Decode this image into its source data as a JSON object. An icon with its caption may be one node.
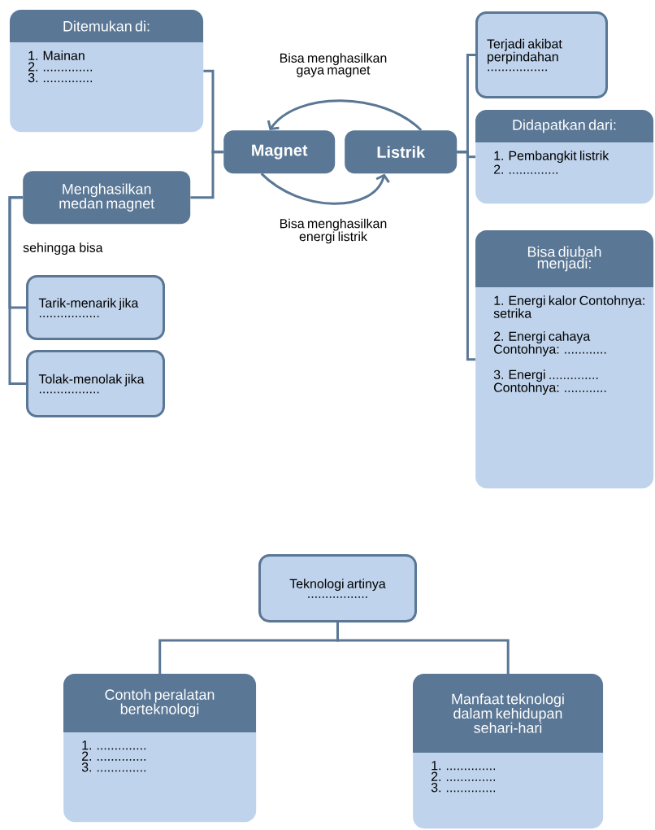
{
  "diagram": {
    "nodes": [
      {
        "text": [
          "Ditemukan di:",
          "1. Mainan",
          "2. ..............",
          "3. .............."
        ]
      },
      {
        "text": [
          "Menghasilkan medan magnet"
        ]
      },
      {
        "text": [
          "Magnet"
        ]
      },
      {
        "text": [
          "Listrik"
        ]
      },
      {
        "text": [
          "Tarik-menarik jika ................."
        ]
      },
      {
        "text": [
          "Tolak-menolak jika ................."
        ]
      },
      {
        "text": [
          "Terjadi akibat perpindahan ................."
        ]
      },
      {
        "text": [
          "Didapatkan dari:",
          "1. Pembangkit listrik",
          "2. .............."
        ]
      },
      {
        "text": [
          "Bisa diubah menjadi:",
          "1. Energi kalor Contohnya: setrika",
          "2. Energi cahaya Contohnya: ............",
          "3. Energi .............. Contohnya: ............"
        ]
      },
      {
        "text": [
          "Teknologi artinya ................."
        ]
      },
      {
        "text": [
          "Contoh peralatan berteknologi",
          "1. ..............",
          "2. ..............",
          "3. .............."
        ]
      },
      {
        "text": [
          "Manfaat teknologi dalam kehidupan sehari-hari",
          "1. ..............",
          "2. ..............",
          "3. .............."
        ]
      }
    ],
    "edges": [
      {
        "from": 2,
        "to": 0,
        "arrow": "none"
      },
      {
        "from": 2,
        "to": 1,
        "arrow": "none"
      },
      {
        "from": 3,
        "to": 2,
        "arrow": "to",
        "label": "Bisa menghasilkan gaya magnet"
      },
      {
        "from": 2,
        "to": 3,
        "arrow": "to",
        "label": "Bisa menghasilkan energi listrik"
      },
      {
        "from": 1,
        "to": 4,
        "arrow": "none"
      },
      {
        "from": 1,
        "to": 5,
        "arrow": "none"
      },
      {
        "from": 3,
        "to": 6,
        "arrow": "none"
      },
      {
        "from": 3,
        "to": 7,
        "arrow": "none"
      },
      {
        "from": 3,
        "to": 8,
        "arrow": "none"
      },
      {
        "from": 9,
        "to": 10,
        "arrow": "none"
      },
      {
        "from": 9,
        "to": 11,
        "arrow": "none"
      }
    ],
    "labels": [
      "sehingga bisa"
    ]
  }
}
